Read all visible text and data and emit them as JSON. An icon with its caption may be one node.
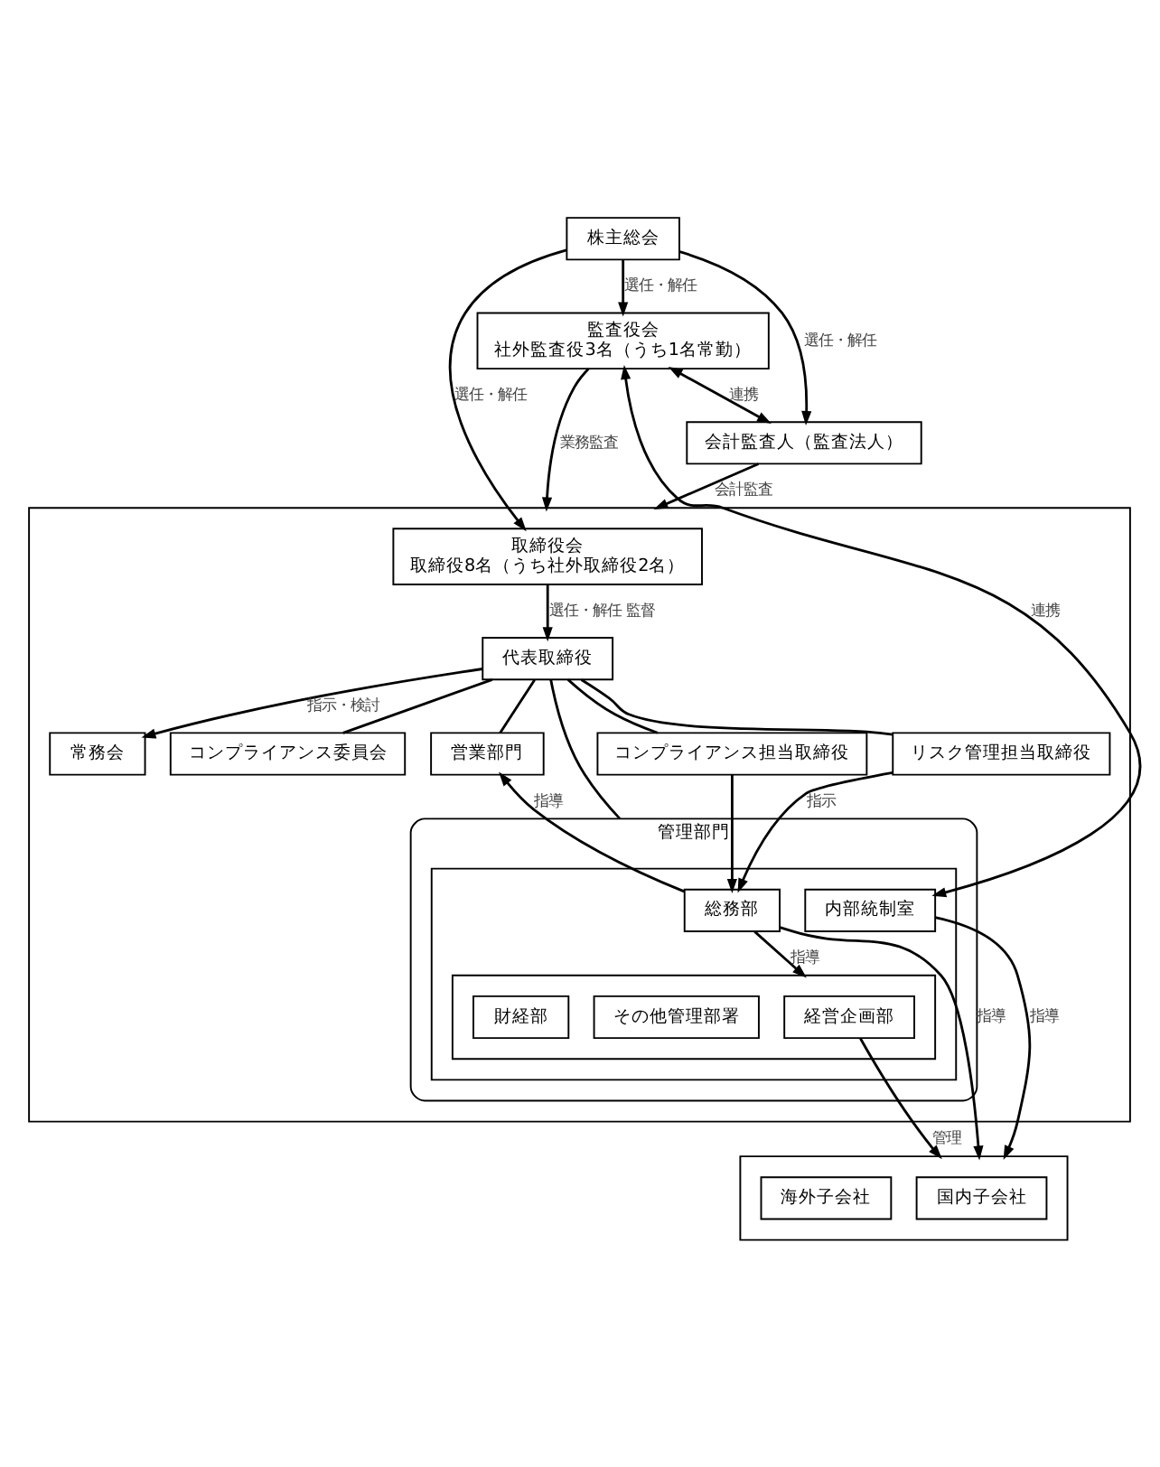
{
  "diagram": {
    "nodes": [
      {
        "text": [
          "株主総会"
        ]
      },
      {
        "text": [],
        "shape": "box"
      },
      {
        "text": [
          "取締役会",
          "取締役8名（うち社外取締役2名）"
        ],
        "in": 1
      },
      {
        "text": [
          "監査役会",
          "社外監査役3名（うち1名常勤）"
        ]
      },
      {
        "text": [
          "会計監査人（監査法人）"
        ]
      },
      {
        "text": [
          "代表取締役"
        ],
        "in": 1
      },
      {
        "text": [
          "常務会"
        ],
        "in": 1
      },
      {
        "text": [
          "コンプライアンス委員会"
        ],
        "in": 1
      },
      {
        "text": [
          "営業部門"
        ],
        "in": 1
      },
      {
        "text": [
          "管理部門"
        ],
        "in": 1
      },
      {
        "text": [],
        "shape": "box",
        "in": 9
      },
      {
        "text": [
          "総務部"
        ],
        "in": 10
      },
      {
        "text": [],
        "shape": "box",
        "in": 10
      },
      {
        "text": [
          "経営企画部"
        ],
        "in": 12
      },
      {
        "text": [
          "その他管理部署"
        ],
        "in": 12
      },
      {
        "text": [
          "財経部"
        ],
        "in": 12
      },
      {
        "text": [
          "内部統制室"
        ],
        "in": 10
      },
      {
        "text": [
          "コンプライアンス担当取締役"
        ],
        "in": 1
      },
      {
        "text": [
          "リスク管理担当取締役"
        ],
        "in": 1
      },
      {
        "text": [],
        "shape": "box"
      },
      {
        "text": [
          "国内子会社"
        ],
        "in": 19
      },
      {
        "text": [
          "海外子会社"
        ],
        "in": 19
      }
    ],
    "edges": [
      {
        "from": 0,
        "to": 2,
        "arrow": "to",
        "label": "選任・解任"
      },
      {
        "from": 0,
        "to": 3,
        "arrow": "to",
        "label": "選任・解任"
      },
      {
        "from": 0,
        "to": 4,
        "arrow": "to",
        "label": "選任・解任"
      },
      {
        "from": 3,
        "to": 4,
        "arrow": "both",
        "label": "連携"
      },
      {
        "from": 3,
        "to": 1,
        "arrow": "to",
        "label": "業務監査"
      },
      {
        "from": 4,
        "to": 1,
        "arrow": "to",
        "label": "会計監査"
      },
      {
        "from": 2,
        "to": 5,
        "arrow": "to",
        "label": "選任・解任 監督"
      },
      {
        "from": 5,
        "to": 6,
        "arrow": "to",
        "label": "指示・検討"
      },
      {
        "from": 5,
        "to": 7,
        "arrow": "none"
      },
      {
        "from": 5,
        "to": 8,
        "arrow": "none"
      },
      {
        "from": 5,
        "to": 9,
        "arrow": "none"
      },
      {
        "from": 5,
        "to": 17,
        "arrow": "none"
      },
      {
        "from": 5,
        "to": 18,
        "arrow": "none"
      },
      {
        "from": 3,
        "to": 16,
        "arrow": "both",
        "label": "連携"
      },
      {
        "from": 11,
        "to": 8,
        "arrow": "to",
        "label": "指導"
      },
      {
        "from": 17,
        "to": 11,
        "arrow": "to"
      },
      {
        "from": 18,
        "to": 11,
        "arrow": "to",
        "label": "指示"
      },
      {
        "from": 11,
        "to": 12,
        "arrow": "to",
        "label": "指導"
      },
      {
        "from": 11,
        "to": 19,
        "arrow": "to",
        "label": "指導"
      },
      {
        "from": 13,
        "to": 19,
        "arrow": "to",
        "label": "管理"
      },
      {
        "from": 16,
        "to": 19,
        "arrow": "to",
        "label": "指導"
      }
    ]
  }
}
